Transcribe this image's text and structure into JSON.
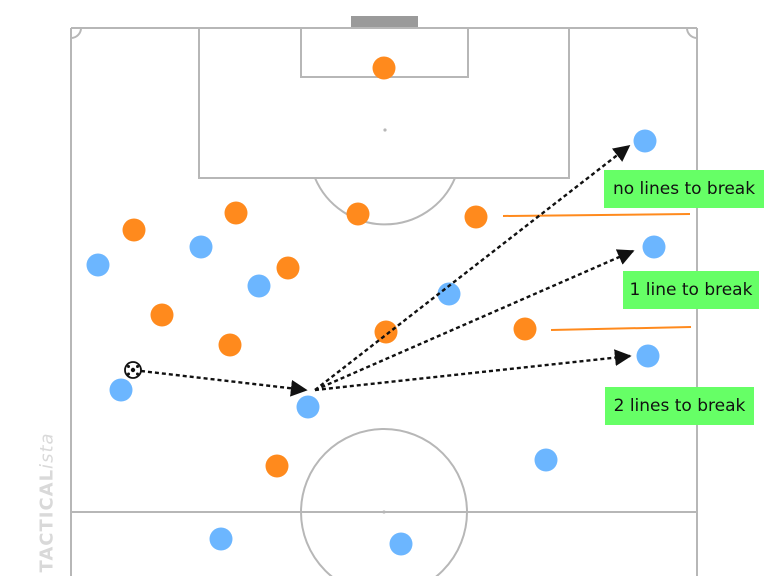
{
  "diagram": {
    "colors": {
      "pitch_lines": "#b7b7b7",
      "goal": "#9a9a9a",
      "team_orange": "#ff8a1d",
      "team_blue": "#6cb6ff",
      "line_markers": "#ff8a1d",
      "arrows": "#111111",
      "label_background": "#66ff66"
    },
    "labels": [
      "no lines to break",
      "1 line to break",
      "2 lines to break"
    ],
    "watermark": {
      "main": "TACTICAL",
      "italic": "ista"
    }
  }
}
